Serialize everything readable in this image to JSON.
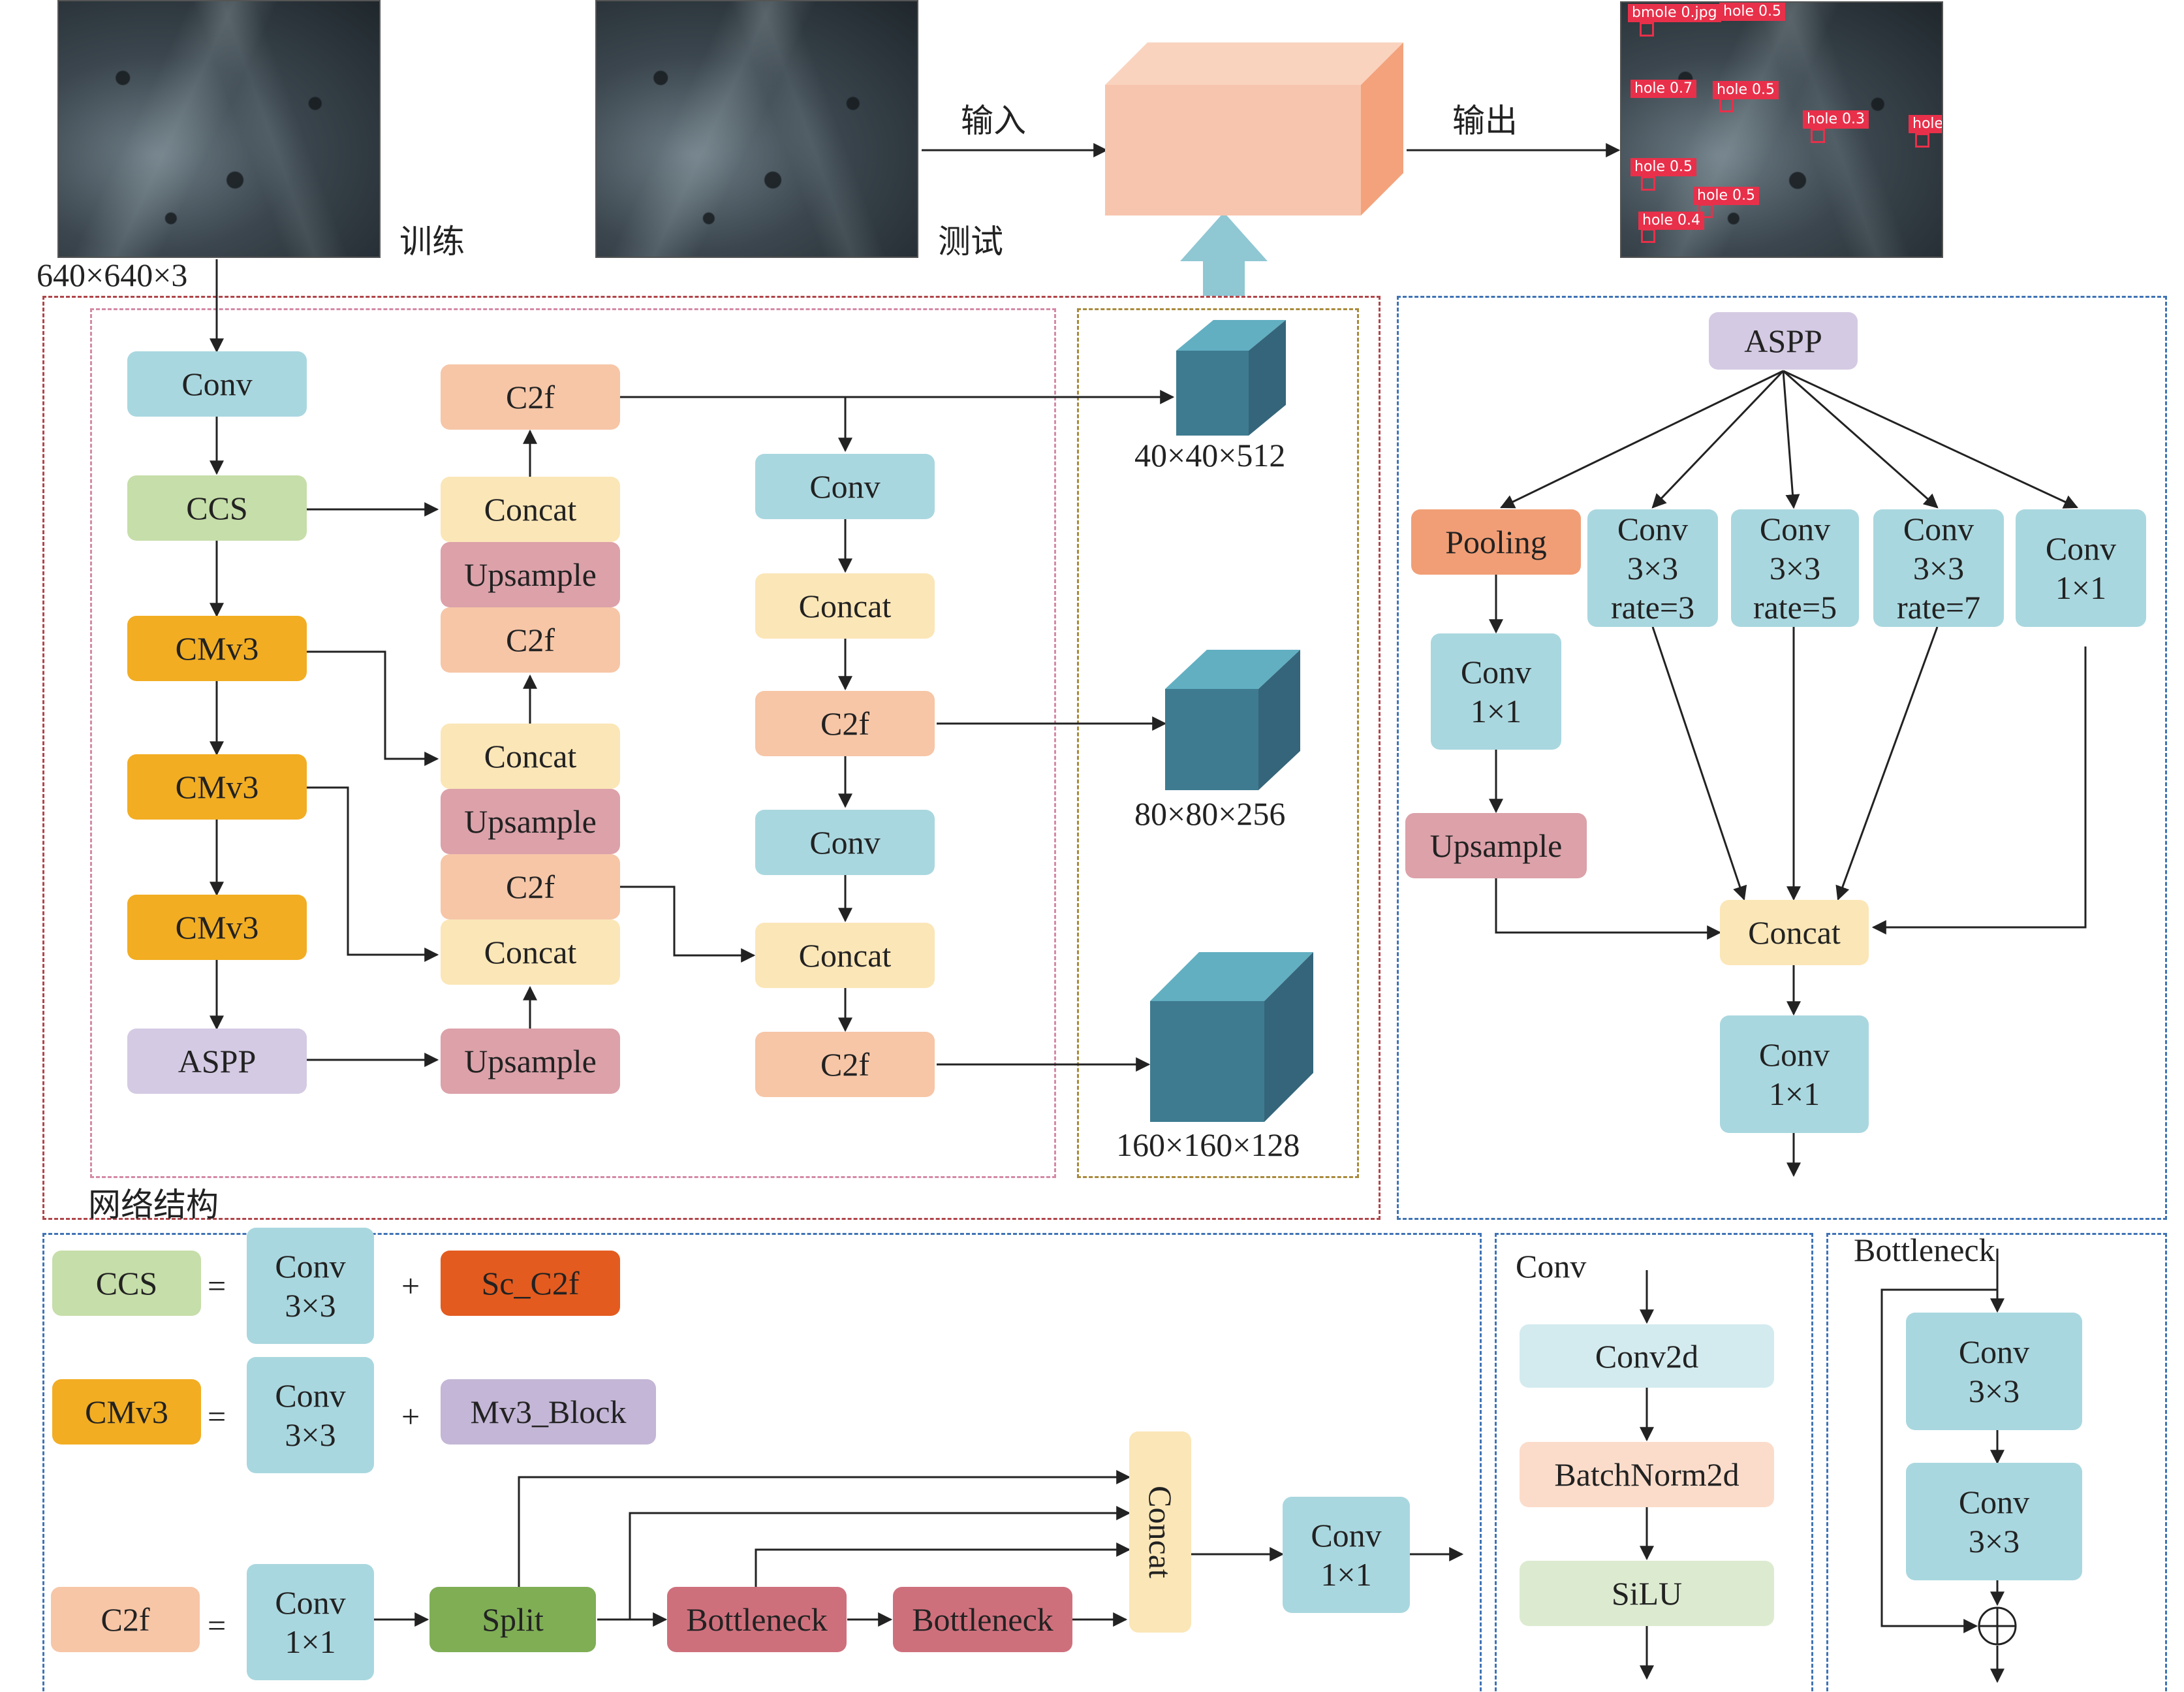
{
  "top": {
    "train_label": "训练",
    "test_label": "测试",
    "input_arrow_label": "输入",
    "output_arrow_label": "输出",
    "input_size": "640×640×3",
    "detections": [
      {
        "text": "bmole 0.jpg"
      },
      {
        "text": "hole 0.5"
      },
      {
        "text": "hole 0.7"
      },
      {
        "text": "hole 0.5"
      },
      {
        "text": "hole 0.3"
      },
      {
        "text": "hole"
      },
      {
        "text": "hole 0.5"
      },
      {
        "text": "hole 0.5"
      },
      {
        "text": "hole 0.4"
      }
    ]
  },
  "network": {
    "section_label": "网络结构",
    "backbone": [
      "Conv",
      "CCS",
      "CMv3",
      "CMv3",
      "CMv3",
      "ASPP"
    ],
    "neck_col1": [
      "C2f",
      "Concat",
      "Upsample",
      "C2f",
      "Concat",
      "Upsample",
      "C2f",
      "Concat",
      "Upsample"
    ],
    "neck_col2": [
      "Conv",
      "Concat",
      "C2f",
      "Conv",
      "Concat",
      "C2f"
    ],
    "outputs": [
      "40×40×512",
      "80×80×256",
      "160×160×128"
    ]
  },
  "aspp_detail": {
    "title": "ASPP",
    "pooling": "Pooling",
    "conv_1x1_top": [
      "Conv",
      "1×1"
    ],
    "upsample": "Upsample",
    "branches": [
      [
        "Conv",
        "3×3",
        "rate=3"
      ],
      [
        "Conv",
        "3×3",
        "rate=5"
      ],
      [
        "Conv",
        "3×3",
        "rate=7"
      ],
      [
        "Conv",
        "1×1"
      ]
    ],
    "concat": "Concat",
    "conv_out": [
      "Conv",
      "1×1"
    ]
  },
  "legend": {
    "ccs": {
      "name": "CCS",
      "eq": "=",
      "part1": [
        "Conv",
        "3×3"
      ],
      "plus": "+",
      "part2": "Sc_C2f"
    },
    "cmv3": {
      "name": "CMv3",
      "eq": "=",
      "part1": [
        "Conv",
        "3×3"
      ],
      "plus": "+",
      "part2": "Mv3_Block"
    },
    "c2f": {
      "name": "C2f",
      "eq": "=",
      "part1": [
        "Conv",
        "1×1"
      ],
      "split": "Split",
      "bottleneck1": "Bottleneck",
      "bottleneck2": "Bottleneck",
      "concat": "Concat",
      "conv_out": [
        "Conv",
        "1×1"
      ]
    }
  },
  "conv_detail": {
    "title": "Conv",
    "layers": [
      "Conv2d",
      "BatchNorm2d",
      "SiLU"
    ]
  },
  "bottleneck_detail": {
    "title": "Bottleneck",
    "convs": [
      [
        "Conv",
        "3×3"
      ],
      [
        "Conv",
        "3×3"
      ]
    ],
    "add_symbol": "⊕"
  },
  "colors": {
    "conv": "#a9d7df",
    "ccs": "#c6dea9",
    "cmv3": "#f2ad22",
    "aspp": "#d4cae3",
    "c2f": "#f6c6a7",
    "concat": "#fbe6b7",
    "upsample": "#dca1a9",
    "pooling": "#f19e76",
    "sc_c2f": "#e35b1f",
    "mv3_block": "#c4b6d6",
    "split": "#7fae55",
    "bottleneck": "#ce707c",
    "cube": "#3e7b90",
    "arrow": "#222222"
  }
}
